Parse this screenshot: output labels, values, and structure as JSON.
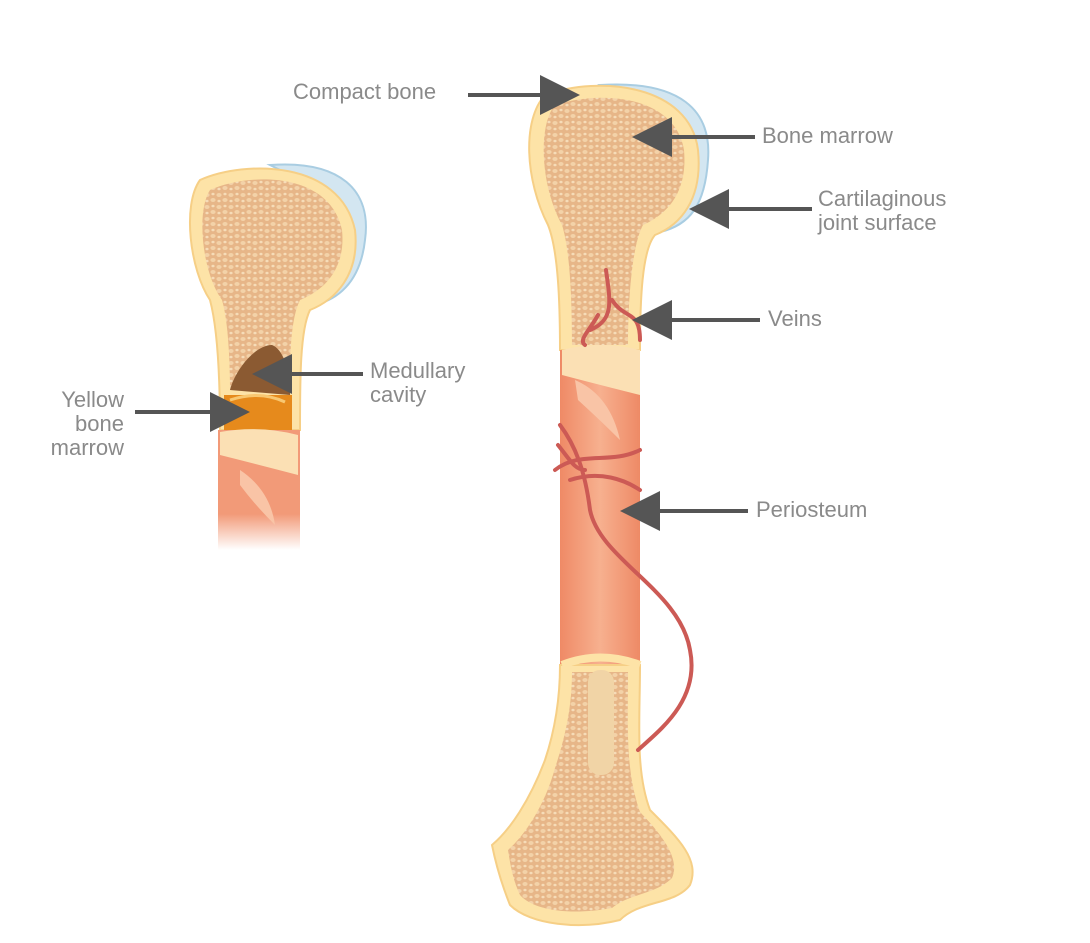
{
  "labels": {
    "compact_bone": "Compact bone",
    "bone_marrow": "Bone marrow",
    "cartilage_line1": "Cartilaginous",
    "cartilage_line2": "joint surface",
    "veins": "Veins",
    "periosteum": "Periosteum",
    "medullary_line1": "Medullary",
    "medullary_line2": "cavity",
    "yellow_line1": "Yellow",
    "yellow_line2": "bone",
    "yellow_line3": "marrow"
  },
  "colors": {
    "label_text": "#8a8a8a",
    "arrow": "#555555",
    "compact_bone": "#fde3a7",
    "spongy_bone": "#e9b88a",
    "periosteum": "#f4a27f",
    "cartilage": "#cfe3ef",
    "vein": "#cc5a55",
    "yellow_marrow": "#e68a1c"
  }
}
